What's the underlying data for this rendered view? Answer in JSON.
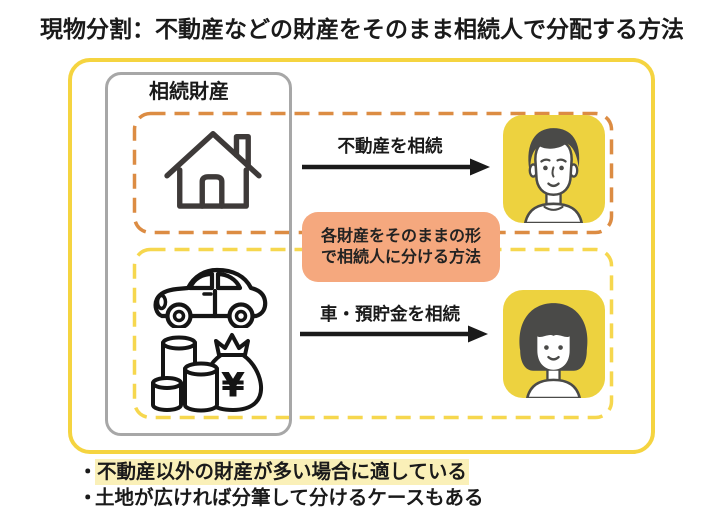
{
  "title": "現物分割：不動産などの財産をそのまま相続人で分配する方法",
  "estate": {
    "label": "相続財産"
  },
  "flows": [
    {
      "label": "不動産を相続",
      "asset_icon": "house-icon",
      "heir_icon": "man-face-icon"
    },
    {
      "label": "車・預貯金を相続",
      "asset_icon": "car-icon-and-money-icon",
      "heir_icon": "woman-face-icon"
    }
  ],
  "callout": {
    "line1": "各財産をそのままの形",
    "line2": "で相続人に分ける方法"
  },
  "notes": [
    {
      "bullet": "・",
      "text": "不動産以外の財産が多い場合に適している",
      "highlighted": true
    },
    {
      "bullet": "・",
      "text": "土地が広ければ分筆して分けるケースもある",
      "highlighted": false
    }
  ],
  "palette": {
    "outer_border": "#F5D440",
    "estate_border": "#A7A7A7",
    "real_estate_dash": "#DC8C43",
    "other_assets_dash": "#F6D74E",
    "heir_avatar_bg": "#EDD23F",
    "callout_bg": "#F5A87E",
    "note_highlight": "#FAF0B8",
    "arrow": "#1A1A1A",
    "hair": "#4A4A48",
    "house_stroke": "#3E3A39"
  }
}
